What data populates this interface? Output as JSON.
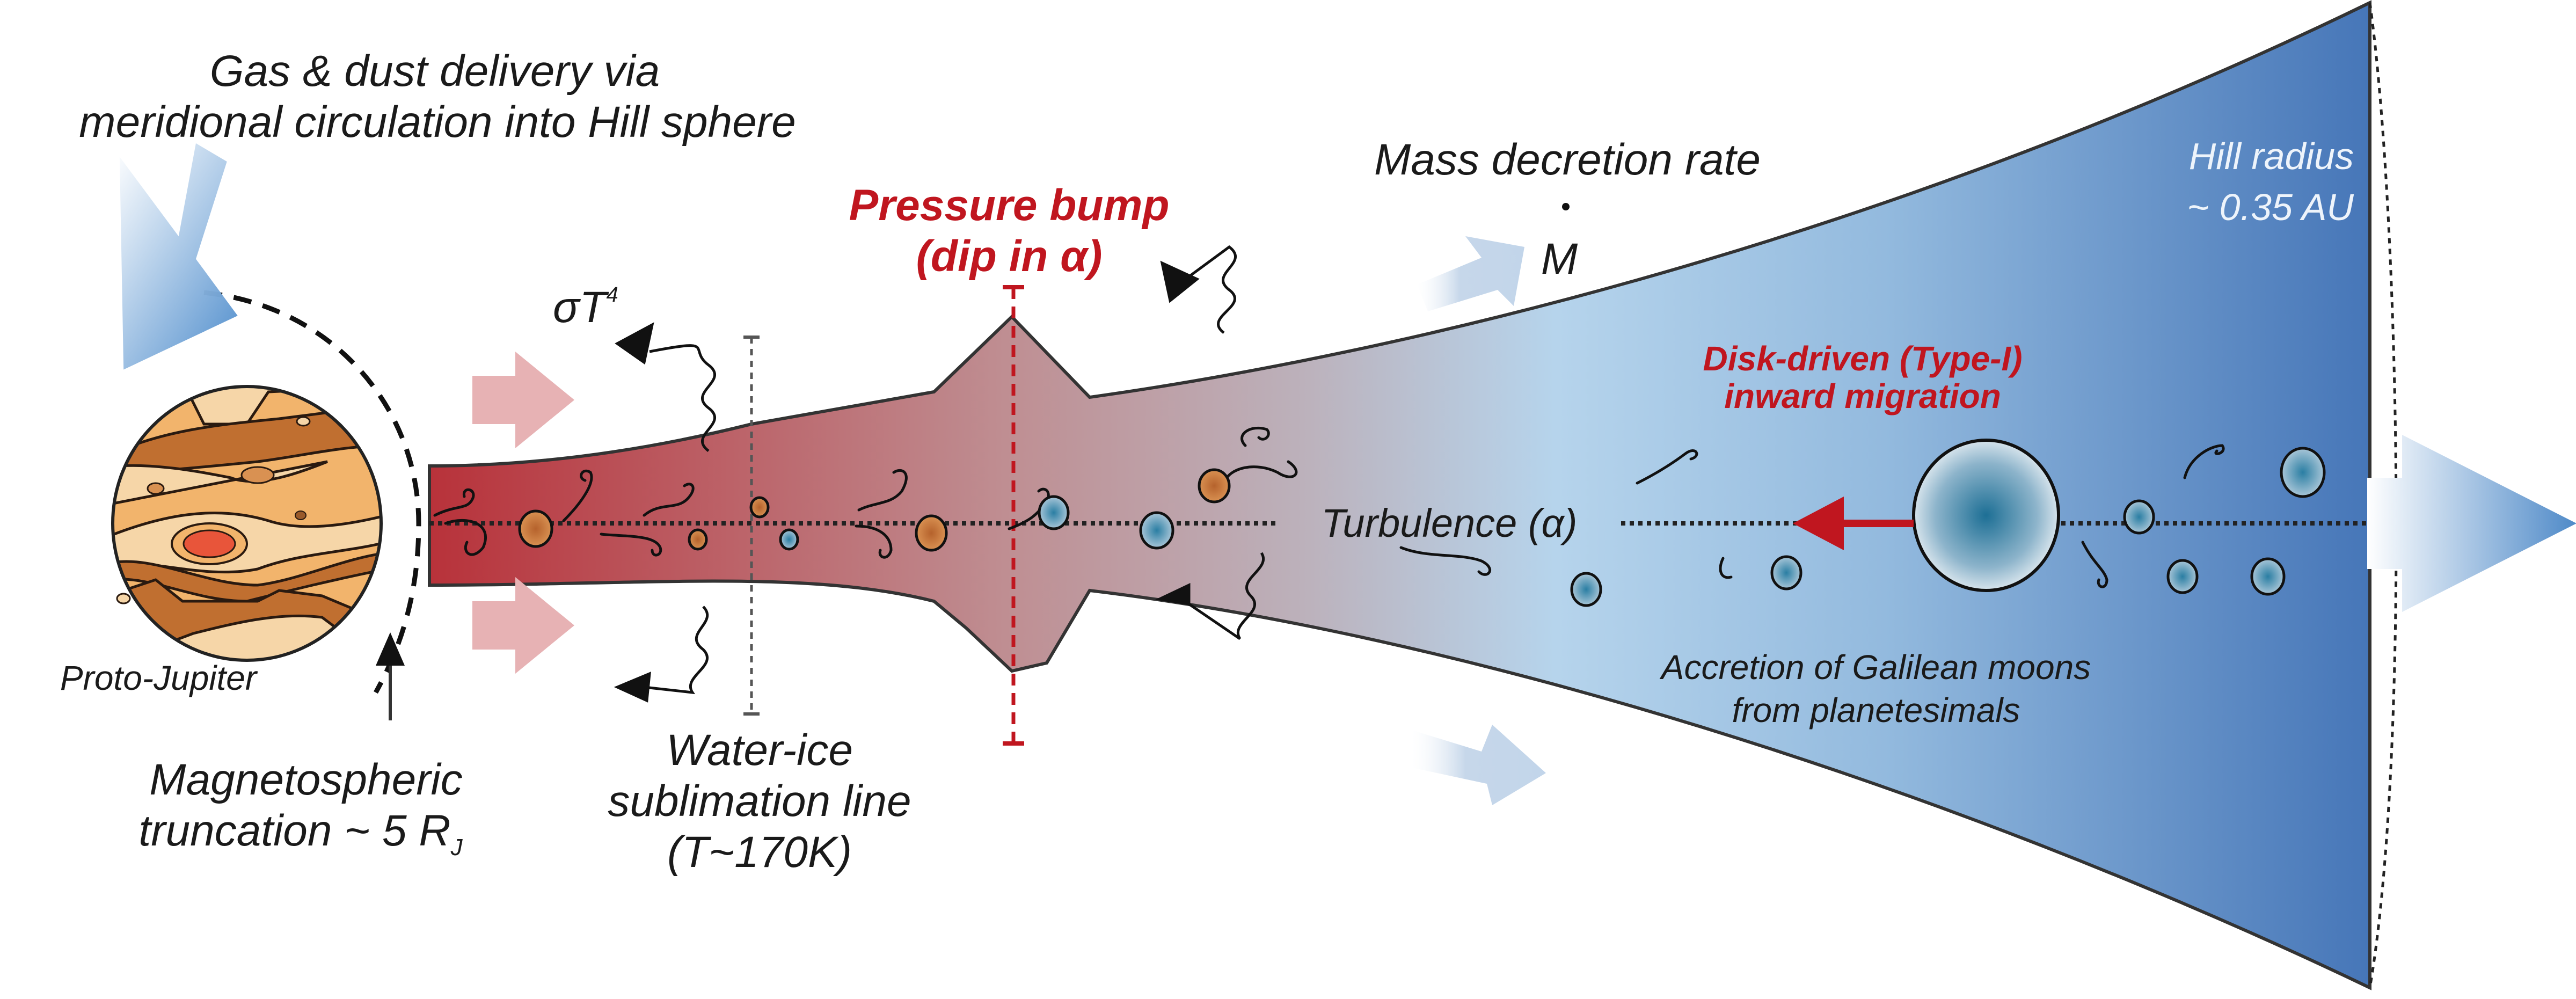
{
  "figure": {
    "title": "Circumplanetary disk around proto-Jupiter",
    "labels": {
      "gas_dust_delivery": [
        "Gas & dust delivery via",
        "meridional circulation into Hill sphere"
      ],
      "proto_jupiter": "Proto-Jupiter",
      "magnetospheric_truncation": [
        "Magnetospheric",
        "truncation ~ 5 R",
        "J"
      ],
      "sigma_t4": [
        "σT",
        "4"
      ],
      "water_ice_line": [
        "Water-ice",
        "sublimation line",
        "(T~170K)"
      ],
      "pressure_bump": [
        "Pressure bump",
        "(dip in α)"
      ],
      "mass_decretion_rate": "Mass decretion rate",
      "mdot": "M",
      "turbulence": "Turbulence (α)",
      "hill_radius": [
        "Hill radius",
        "~ 0.35 AU"
      ],
      "type1_migration": [
        "Disk-driven (Type-I)",
        "inward migration"
      ],
      "accretion": [
        "Accretion of Galilean moons",
        "from planetesimals"
      ]
    },
    "colors": {
      "disk_inner": "#b8323a",
      "disk_mid": "#bfa6ad",
      "disk_light_blue": "#b5d3ea",
      "disk_outer": "#4676b8",
      "label_red": "#c0161f",
      "rock_particle": "#c8773a",
      "ice_particle": "#4e8fb5",
      "jupiter_light": "#f6d6a8",
      "jupiter_mid": "#f2b46c",
      "jupiter_dark": "#c06f30",
      "great_red_spot": "#e8553a"
    }
  }
}
